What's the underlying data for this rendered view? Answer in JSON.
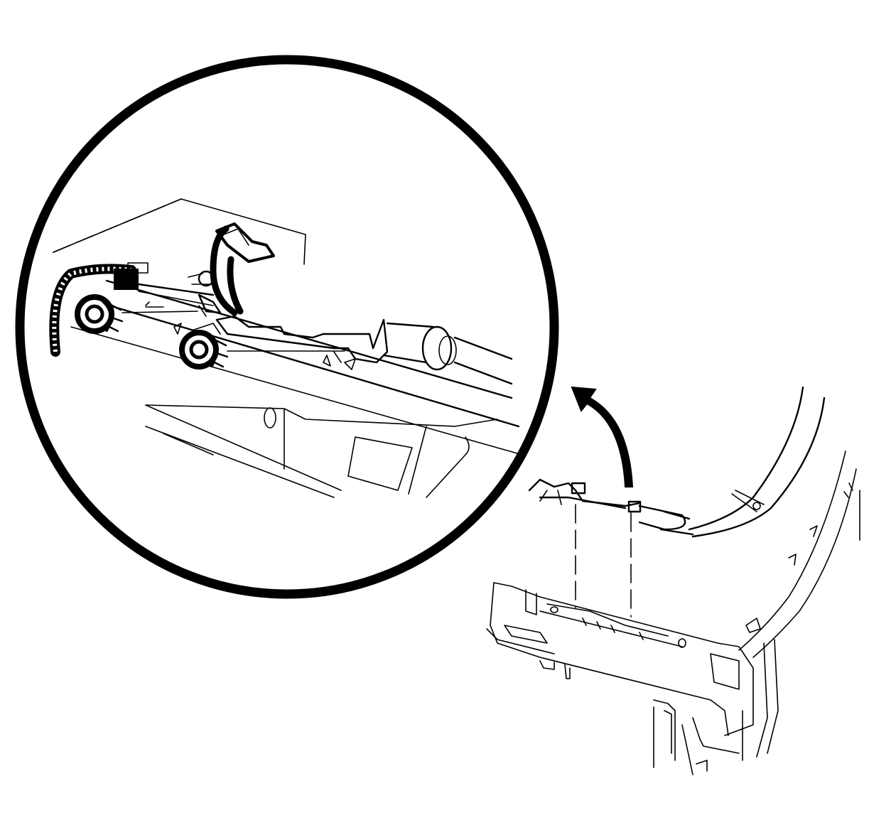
{
  "figure": {
    "type": "technical-service-illustration",
    "content": "line-art",
    "colors": {
      "ink": "#000000",
      "paper": "#ffffff"
    },
    "callouts": [],
    "views": {
      "detail": {
        "shape": "circle"
      },
      "overview": {}
    },
    "icons": [
      "fastener-icon",
      "fastener-icon",
      "curved-arrow-icon"
    ]
  }
}
